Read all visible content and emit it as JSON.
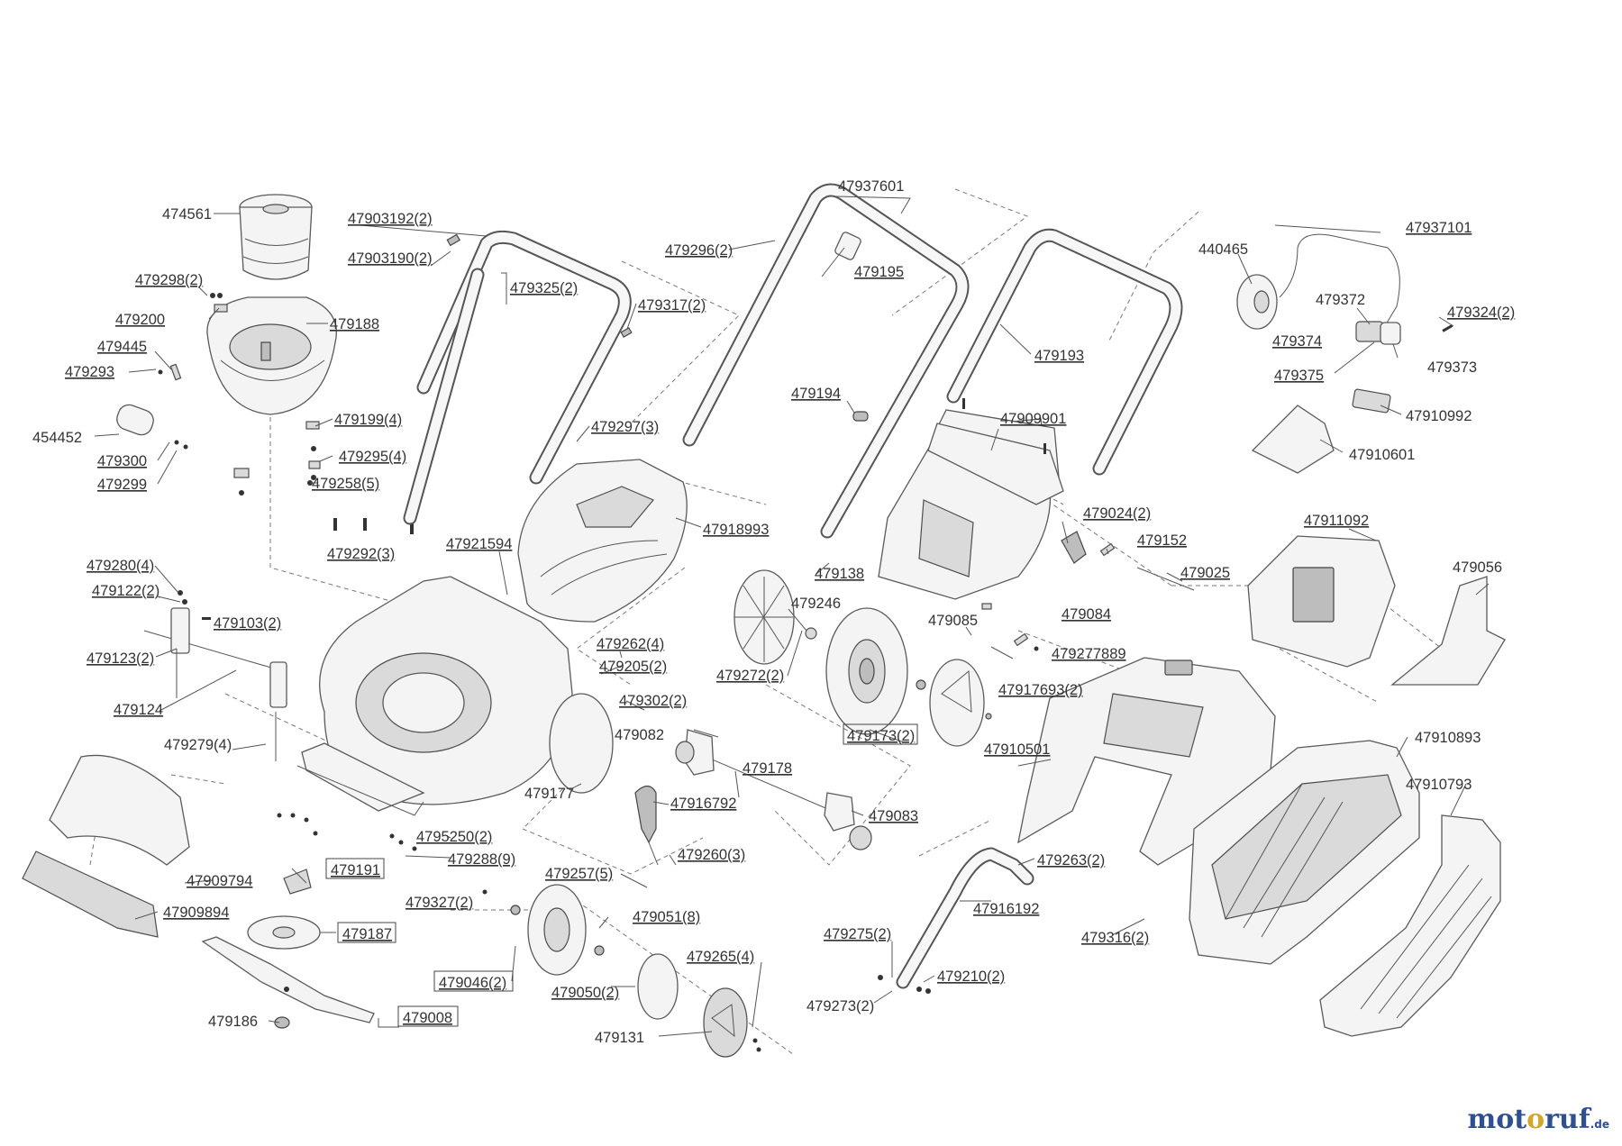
{
  "labels": {
    "p474561": "474561",
    "p479298": "479298(2)",
    "p479200": "479200",
    "p479445": "479445",
    "p479293": "479293",
    "p454452": "454452",
    "p479300": "479300",
    "p479299": "479299",
    "p479188": "479188",
    "p479199": "479199(4)",
    "p479295": "479295(4)",
    "p479258": "479258(5)",
    "p479292": "479292(3)",
    "p47903192": "47903192(2)",
    "p47903190": "47903190(2)",
    "p479325": "479325(2)",
    "p479317": "479317(2)",
    "p479297": "479297(3)",
    "p479296": "479296(2)",
    "p47937601": "47937601",
    "p479195": "479195",
    "p479194": "479194",
    "p479193": "479193",
    "p47909901": "47909901",
    "p440465": "440465",
    "p47937101": "47937101",
    "p479372": "479372",
    "p479374": "479374",
    "p479375": "479375",
    "p479373": "479373",
    "p479324": "479324(2)",
    "p47910992": "47910992",
    "p47910601": "47910601",
    "p47918993": "47918993",
    "p479138": "479138",
    "p479024": "479024(2)",
    "p479152": "479152",
    "p479025": "479025",
    "p47911092": "47911092",
    "p479056": "479056",
    "p479280": "479280(4)",
    "p479122": "479122(2)",
    "p479103": "479103(2)",
    "p479123": "479123(2)",
    "p479124": "479124",
    "p479279": "479279(4)",
    "p47921594": "47921594",
    "p479246": "479246",
    "p479085": "479085",
    "p479084": "479084",
    "p479277889": "479277889",
    "p479262": "479262(4)",
    "p479205": "479205(2)",
    "p479272": "479272(2)",
    "p479302": "479302(2)",
    "p479173": "479173(2)",
    "p47917693": "47917693(2)",
    "p47910501": "47910501",
    "p479082": "479082",
    "p479178": "479178",
    "p479177": "479177",
    "p47916792": "47916792",
    "p479083": "479083",
    "p47910893": "47910893",
    "p47910793": "47910793",
    "p4795250": "4795250(2)",
    "p479288": "479288(9)",
    "p479257": "479257(5)",
    "p479260": "479260(3)",
    "p47909794": "47909794",
    "p479191": "479191",
    "p479327": "479327(2)",
    "p479263": "479263(2)",
    "p47916192": "47916192",
    "p479316": "479316(2)",
    "p47909894": "47909894",
    "p479187": "479187",
    "p479051": "479051(8)",
    "p479275": "479275(2)",
    "p479265": "479265(4)",
    "p479210": "479210(2)",
    "p479046": "479046(2)",
    "p479050": "479050(2)",
    "p479273": "479273(2)",
    "p479186": "479186",
    "p479008": "479008",
    "p479131": "479131"
  },
  "logo": {
    "part1": "mot",
    "part2": "o",
    "part3": "ruf",
    "tld": ".de"
  },
  "colors": {
    "line": "#555555",
    "logo_blue": "#2f4f8f",
    "logo_gold": "#d4a72c"
  }
}
